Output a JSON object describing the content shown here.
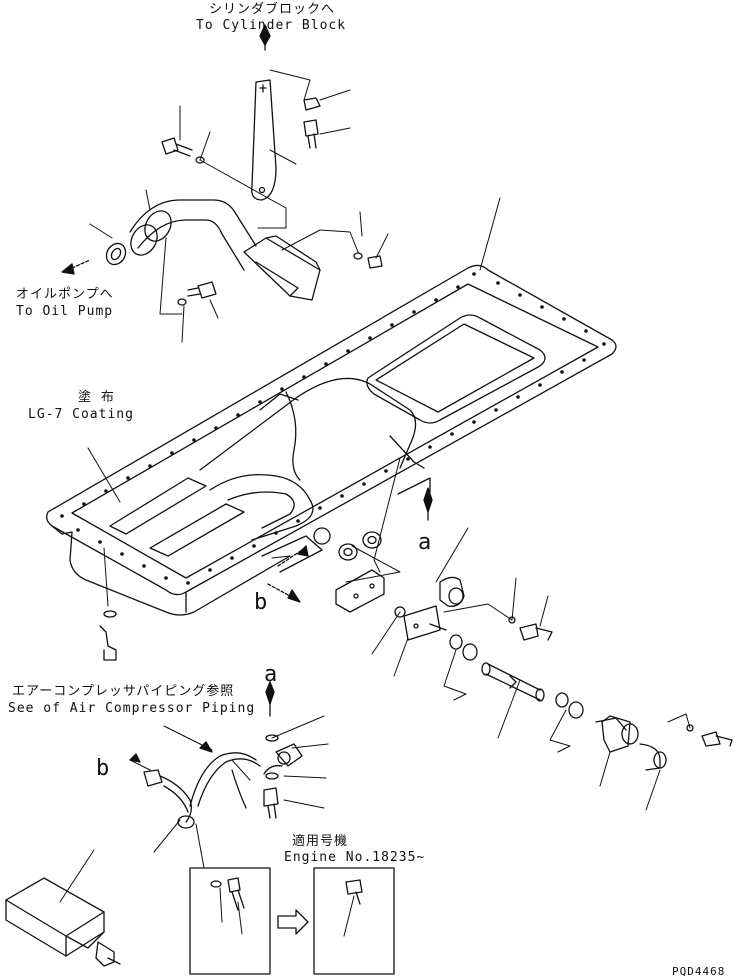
{
  "labels": {
    "cylinder_block_jp": "シリンダブロックへ",
    "cylinder_block_en": "To Cylinder Block",
    "oil_pump_jp": "オイルポンプへ",
    "oil_pump_en": "To Oil Pump",
    "coating_jp": "塗 布",
    "coating_en": "LG-7 Coating",
    "callout_a_top": "a",
    "callout_b_top": "b",
    "air_comp_jp": "エアーコンプレッサパイピング参照",
    "air_comp_en": "See of Air Compressor Piping",
    "callout_a_bottom": "a",
    "callout_b_bottom": "b",
    "applicable_jp": "適用号機",
    "applicable_en": "Engine No.18235~",
    "drawing_no": "PQD4468"
  }
}
